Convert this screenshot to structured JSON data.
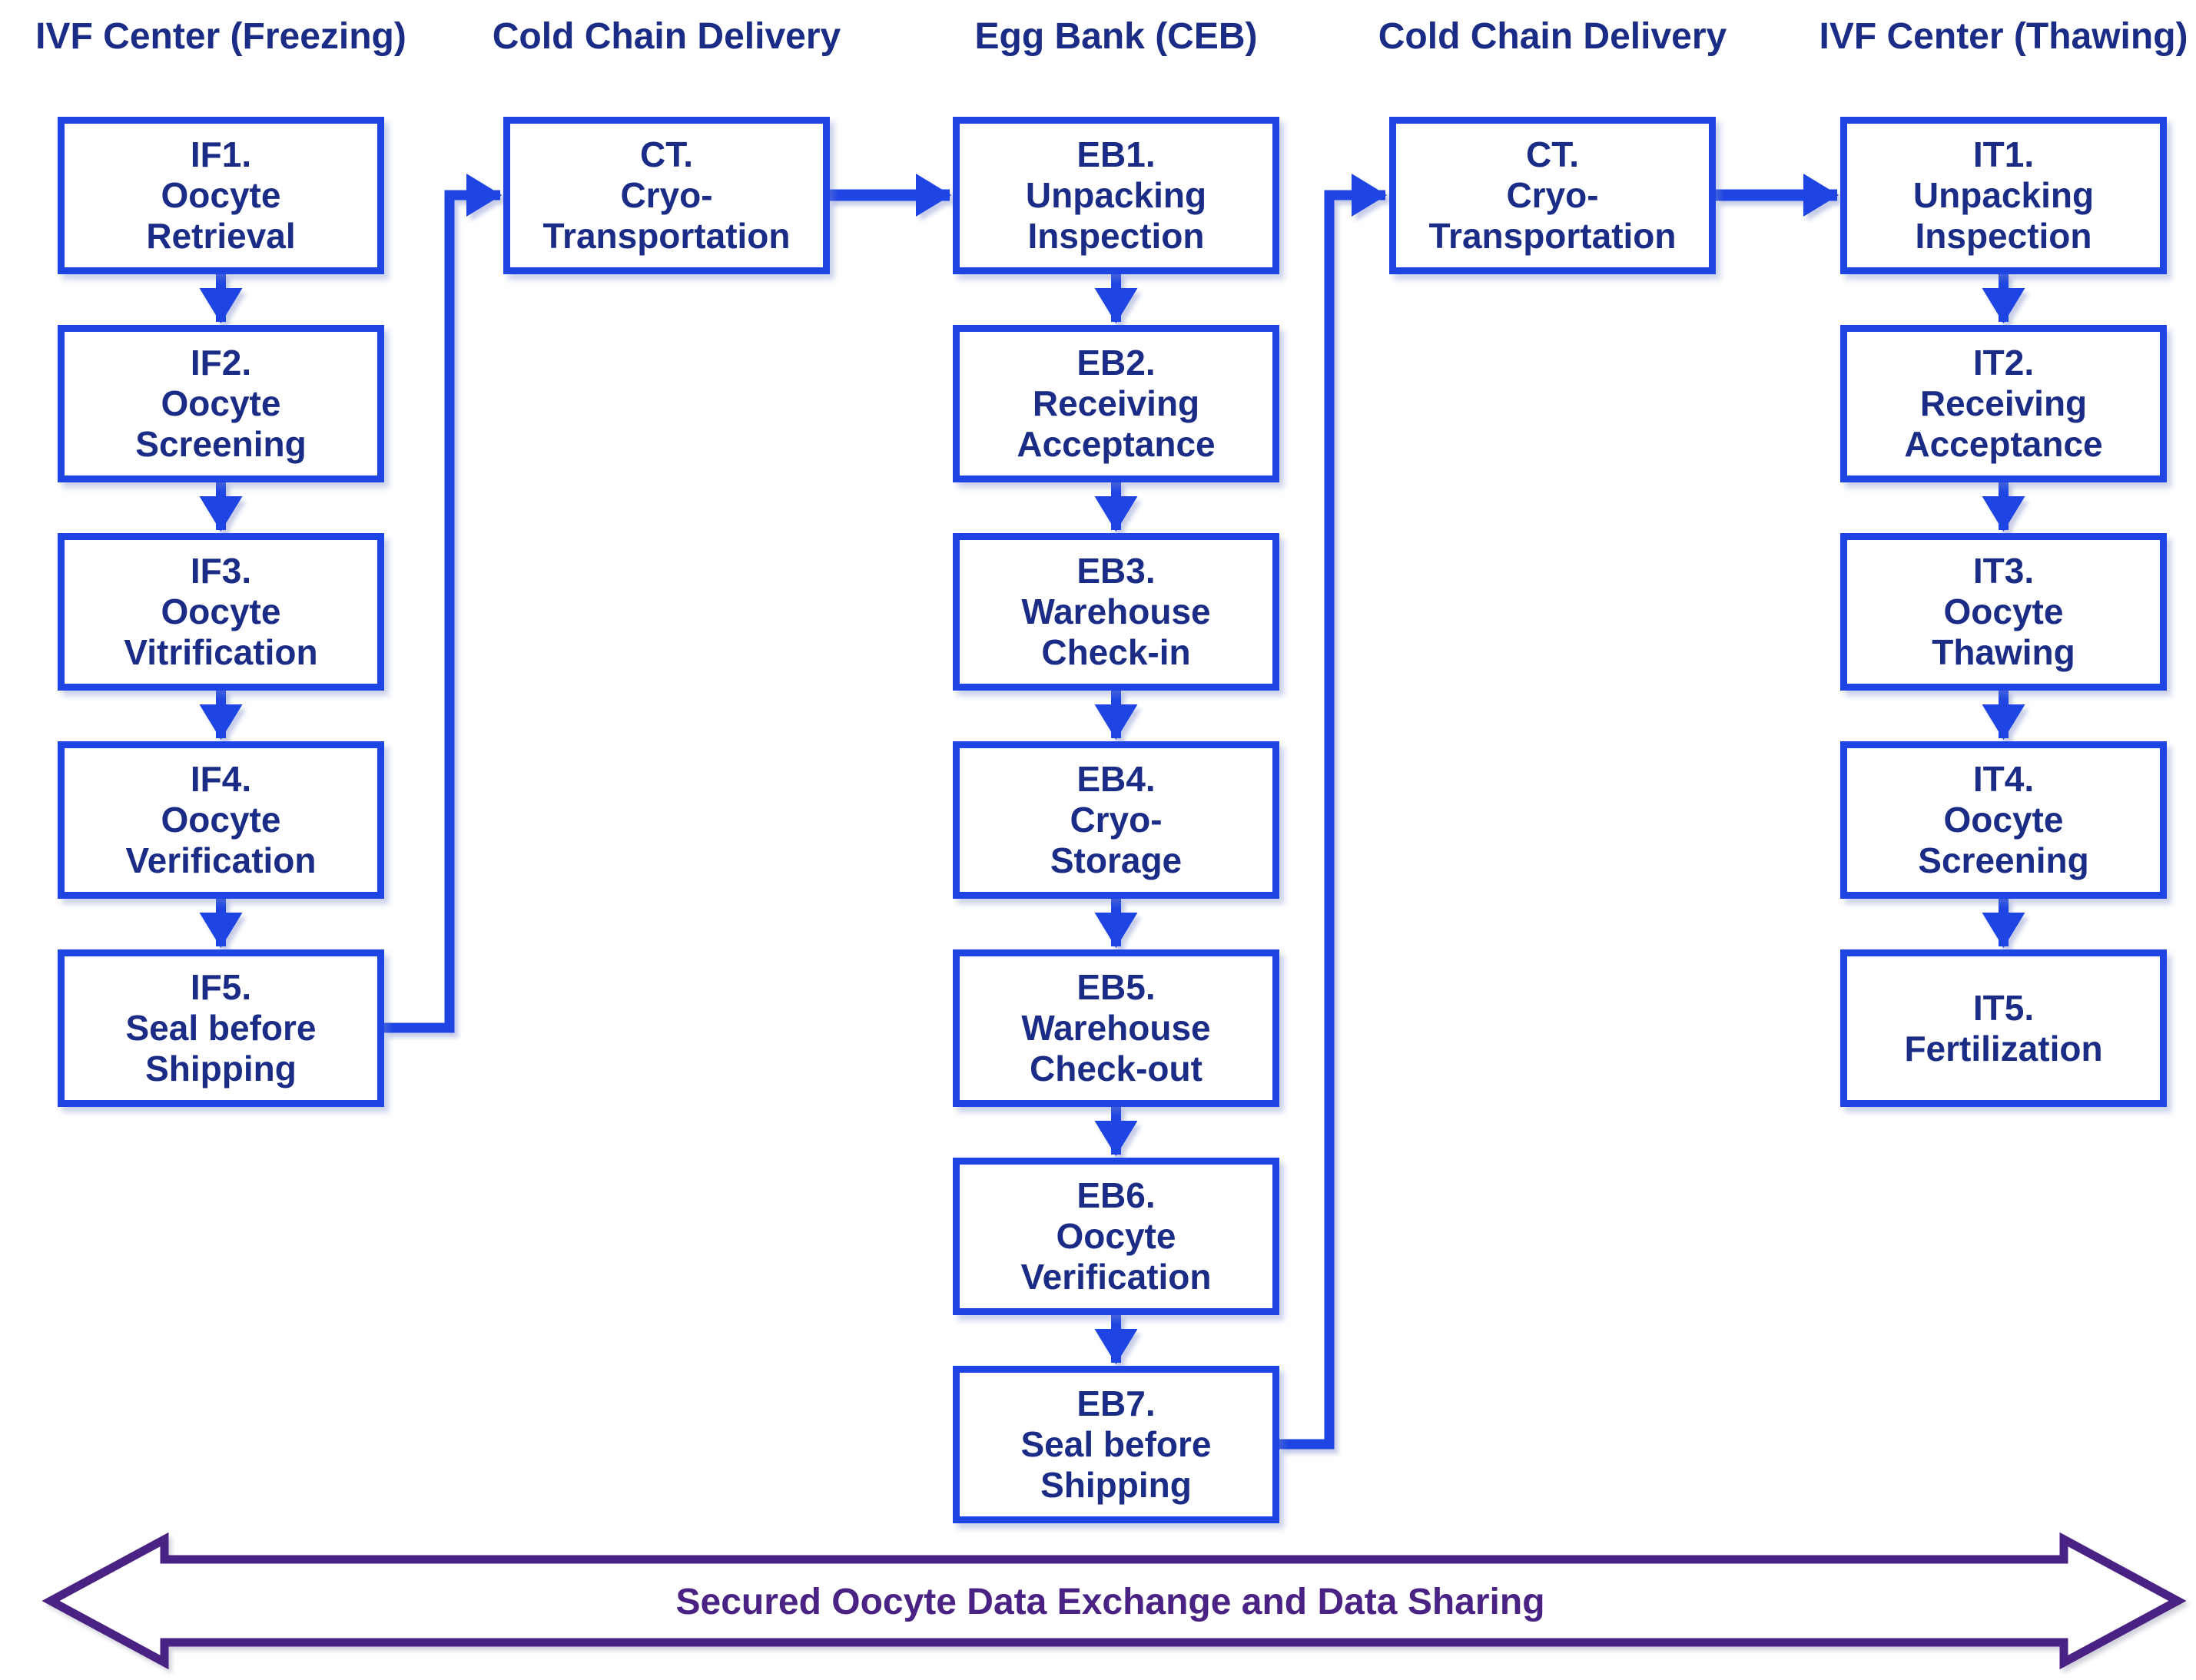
{
  "columns": [
    {
      "header": "IVF Center (Freezing)",
      "boxes": [
        {
          "id": "IF1",
          "lines": [
            "IF1.",
            "Oocyte",
            "Retrieval"
          ]
        },
        {
          "id": "IF2",
          "lines": [
            "IF2.",
            "Oocyte",
            "Screening"
          ]
        },
        {
          "id": "IF3",
          "lines": [
            "IF3.",
            "Oocyte",
            "Vitrification"
          ]
        },
        {
          "id": "IF4",
          "lines": [
            "IF4.",
            "Oocyte",
            "Verification"
          ]
        },
        {
          "id": "IF5",
          "lines": [
            "IF5.",
            "Seal before",
            "Shipping"
          ]
        }
      ]
    },
    {
      "header": "Cold Chain Delivery",
      "boxes": [
        {
          "id": "CT1",
          "lines": [
            "CT.",
            "Cryo-",
            "Transportation"
          ]
        }
      ]
    },
    {
      "header": "Egg Bank (CEB)",
      "boxes": [
        {
          "id": "EB1",
          "lines": [
            "EB1.",
            "Unpacking",
            "Inspection"
          ]
        },
        {
          "id": "EB2",
          "lines": [
            "EB2.",
            "Receiving",
            "Acceptance"
          ]
        },
        {
          "id": "EB3",
          "lines": [
            "EB3.",
            "Warehouse",
            "Check-in"
          ]
        },
        {
          "id": "EB4",
          "lines": [
            "EB4.",
            "Cryo-",
            "Storage"
          ]
        },
        {
          "id": "EB5",
          "lines": [
            "EB5.",
            "Warehouse",
            "Check-out"
          ]
        },
        {
          "id": "EB6",
          "lines": [
            "EB6.",
            "Oocyte",
            "Verification"
          ]
        },
        {
          "id": "EB7",
          "lines": [
            "EB7.",
            "Seal before",
            "Shipping"
          ]
        }
      ]
    },
    {
      "header": "Cold Chain Delivery",
      "boxes": [
        {
          "id": "CT2",
          "lines": [
            "CT.",
            "Cryo-",
            "Transportation"
          ]
        }
      ]
    },
    {
      "header": "IVF Center (Thawing)",
      "boxes": [
        {
          "id": "IT1",
          "lines": [
            "IT1.",
            "Unpacking",
            "Inspection"
          ]
        },
        {
          "id": "IT2",
          "lines": [
            "IT2.",
            "Receiving",
            "Acceptance"
          ]
        },
        {
          "id": "IT3",
          "lines": [
            "IT3.",
            "Oocyte",
            "Thawing"
          ]
        },
        {
          "id": "IT4",
          "lines": [
            "IT4.",
            "Oocyte",
            "Screening"
          ]
        },
        {
          "id": "IT5",
          "lines": [
            "IT5.",
            "Fertilization"
          ]
        }
      ]
    }
  ],
  "banner": {
    "label": "Secured Oocyte Data Exchange and Data Sharing"
  },
  "colors": {
    "line_blue": "#1e45e4",
    "text_navy": "#1b2c87",
    "banner_purple": "#4a2283",
    "background": "#ffffff"
  }
}
